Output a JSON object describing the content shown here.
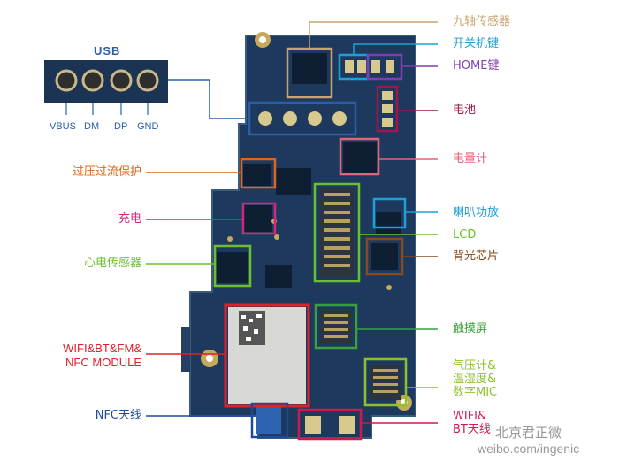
{
  "usb": {
    "title": "USB",
    "pins": [
      "VBUS",
      "DM",
      "DP",
      "GND"
    ]
  },
  "labels": {
    "imu": "九轴传感器",
    "power_key": "开关机键",
    "home_key": "HOME键",
    "battery": "电池",
    "fuel_gauge": "电量计",
    "speaker_amp": "喇叭功放",
    "lcd": "LCD",
    "backlight": "背光芯片",
    "touch": "触摸屏",
    "baro_lines": [
      "气压计&",
      "温湿度&",
      "数字MIC"
    ],
    "wifi_bt_ant": [
      "WIFI&",
      "BT天线"
    ],
    "ovp_ocp": "过压过流保护",
    "charge": "充电",
    "ecg": "心电传感器",
    "module_lines": [
      "WIFI&BT&FM&",
      "NFC  MODULE"
    ],
    "nfc_ant": "NFC天线"
  },
  "colors": {
    "imu": "#c8a46e",
    "power_key": "#1f9fd6",
    "home_key": "#7e3fae",
    "battery": "#a3154a",
    "fuel_gauge": "#e0647a",
    "speaker_amp": "#1f9fd6",
    "lcd": "#6cbf2a",
    "backlight": "#8a4a1a",
    "touch": "#3aa03a",
    "baro": "#8fbf2a",
    "wifi_ant": "#d01850",
    "ovp": "#e0641a",
    "charge": "#d0287a",
    "ecg": "#6cbf2a",
    "module": "#e0202a",
    "nfc": "#1f4a9a",
    "usb": "#2a5fa8"
  },
  "watermark": {
    "top": "北京君正微",
    "bottom": "weibo.com/ingenic"
  }
}
